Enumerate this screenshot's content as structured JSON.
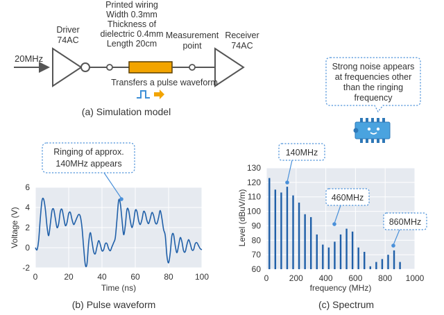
{
  "model": {
    "input_label": "20MHz",
    "driver_label": [
      "Driver",
      "74AC"
    ],
    "receiver_label": [
      "Receiver",
      "74AC"
    ],
    "wiring_label": [
      "Printed wiring",
      "Width 0.3mm",
      "Thickness of",
      "dielectric 0.4mm",
      "Length 20cm"
    ],
    "measurement_label": [
      "Measurement",
      "point"
    ],
    "transfer_label": "Transfers a pulse waveform",
    "caption": "(a) Simulation model",
    "colors": {
      "wire": "#555555",
      "trace_fill": "#f2a400",
      "trace_stroke": "#5a3e00",
      "pulse": "#3d8fd6",
      "arrow": "#f2a400"
    }
  },
  "noise_note": {
    "text": [
      "Strong noise appears",
      "at frequencies other",
      "than the ringing",
      "frequency"
    ],
    "chip_color": "#4aa3df"
  },
  "pulse_panel": {
    "caption": "(b) Pulse waveform",
    "callout": [
      "Ringing of approx.",
      "140MHz appears"
    ],
    "chart_data": {
      "type": "line",
      "xlabel": "Time (ns)",
      "ylabel": "Voltage (V)",
      "xlim": [
        0,
        100
      ],
      "ylim": [
        -2,
        6
      ],
      "xticks": [
        0,
        20,
        40,
        60,
        80,
        100
      ],
      "yticks": [
        -2,
        0,
        2,
        4,
        6
      ],
      "grid": true,
      "series": [
        {
          "color": "#1f5fa8",
          "x": [
            0,
            1,
            2,
            3,
            4,
            5,
            6,
            7,
            8,
            9,
            10,
            11,
            12,
            13,
            14,
            15,
            16,
            17,
            18,
            19,
            20,
            21,
            22,
            23,
            24,
            25,
            26,
            27,
            28,
            29,
            30,
            31,
            32,
            33,
            34,
            35,
            36,
            37,
            38,
            39,
            40,
            41,
            42,
            43,
            44,
            45,
            46,
            47,
            48,
            49,
            50,
            51,
            52,
            53,
            54,
            55,
            56,
            57,
            58,
            59,
            60,
            61,
            62,
            63,
            64,
            65,
            66,
            67,
            68,
            69,
            70,
            71,
            72,
            73,
            74,
            75,
            76,
            77,
            78,
            79,
            80,
            81,
            82,
            83,
            84,
            85,
            86,
            87,
            88,
            89,
            90,
            91,
            92,
            93,
            94,
            95,
            96,
            97,
            98,
            99,
            100
          ],
          "y": [
            0,
            -0.2,
            0.8,
            3,
            4.7,
            4.8,
            3.8,
            2.1,
            1.2,
            2.4,
            3.7,
            3.8,
            2.9,
            2.0,
            2.4,
            3.6,
            3.8,
            3.0,
            2.2,
            2.5,
            3.4,
            3.5,
            2.8,
            2.3,
            2.6,
            3.0,
            3.3,
            3.1,
            2.0,
            0,
            -1.7,
            -1.6,
            0.5,
            1.5,
            0.6,
            -0.4,
            -0.6,
            0.1,
            0.7,
            0.3,
            -0.3,
            -0.2,
            0.4,
            0.4,
            -0.1,
            -0.3,
            0.1,
            0.5,
            1.0,
            2.8,
            4.7,
            4.4,
            2.8,
            1.3,
            2.2,
            3.8,
            3.7,
            2.7,
            2.0,
            2.6,
            3.7,
            3.6,
            2.7,
            2.3,
            2.8,
            3.6,
            3.4,
            2.7,
            2.4,
            2.9,
            3.5,
            3.2,
            2.5,
            2.4,
            3.0,
            3.7,
            2.9,
            1.8,
            1.2,
            -0.8,
            -1.5,
            -0.5,
            1.2,
            1.3,
            0.2,
            -0.5,
            0.2,
            1.0,
            0.6,
            -0.3,
            -0.4,
            0.3,
            0.8,
            0.4,
            -0.2,
            -0.2,
            0.4,
            0.5,
            0.2,
            -0.1,
            -0.2
          ]
        }
      ]
    }
  },
  "spectrum_panel": {
    "caption": "(c) Spectrum",
    "callouts": [
      "140MHz",
      "460MHz",
      "860MHz"
    ],
    "chart_data": {
      "type": "bar",
      "xlabel": "frequency (MHz)",
      "ylabel": "Level (dBuV/m)",
      "xlim": [
        0,
        1000
      ],
      "ylim": [
        60,
        130
      ],
      "xticks": [
        0,
        200,
        400,
        600,
        800,
        1000
      ],
      "yticks": [
        60,
        70,
        80,
        90,
        100,
        110,
        120,
        130
      ],
      "grid": true,
      "color": "#1f5fa8",
      "x": [
        20,
        60,
        100,
        140,
        180,
        220,
        260,
        300,
        340,
        380,
        420,
        460,
        500,
        540,
        580,
        620,
        660,
        700,
        740,
        780,
        820,
        860,
        900
      ],
      "values": [
        123,
        115,
        113,
        117,
        111,
        106,
        98,
        96,
        84,
        77,
        75,
        79,
        84,
        88,
        86,
        75,
        72,
        62,
        65,
        67,
        70,
        73,
        65
      ]
    }
  }
}
